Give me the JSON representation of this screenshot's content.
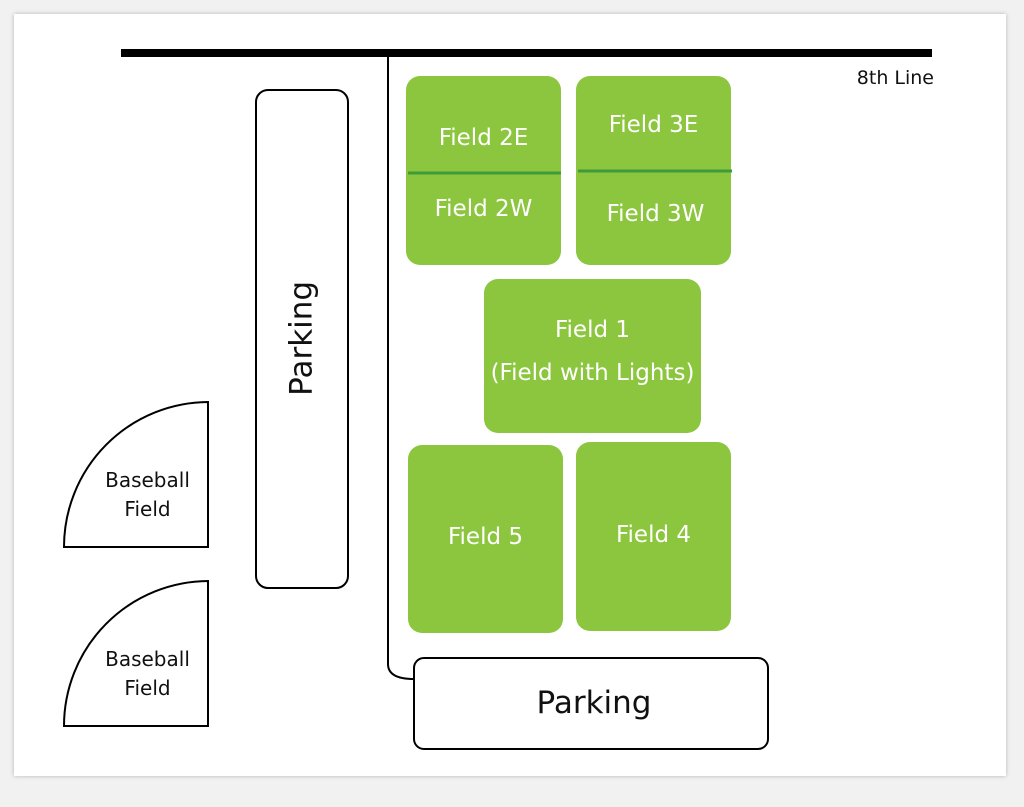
{
  "road": {
    "label": "8th Line"
  },
  "parking": [
    {
      "label": "Parking"
    },
    {
      "label": "Parking"
    }
  ],
  "fields": {
    "f2e": "Field 2E",
    "f2w": "Field 2W",
    "f3e": "Field 3E",
    "f3w": "Field 3W",
    "f1_line1": "Field 1",
    "f1_line2": "(Field with Lights)",
    "f5": "Field 5",
    "f4": "Field 4"
  },
  "baseball": [
    {
      "line1": "Baseball",
      "line2": "Field"
    },
    {
      "line1": "Baseball",
      "line2": "Field"
    }
  ],
  "colors": {
    "field_fill": "#8cc63f",
    "field_divider": "#3f9a3a",
    "road": "#000000",
    "outline": "#000000"
  }
}
